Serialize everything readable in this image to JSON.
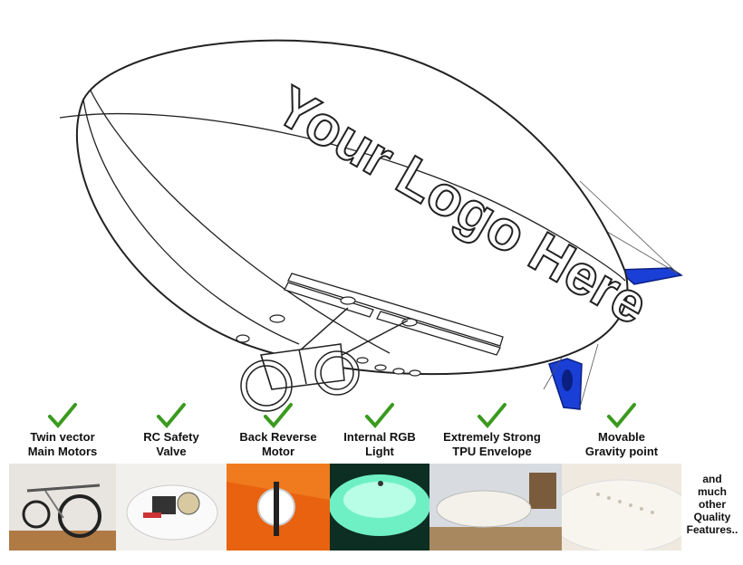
{
  "logo_text": "Your Logo Here",
  "features": [
    {
      "label": "Twin vector\nMain Motors",
      "photo": "motors-photo"
    },
    {
      "label": "RC Safety\nValve",
      "photo": "valve-photo"
    },
    {
      "label": "Back Reverse\nMotor",
      "photo": "reverse-motor-photo"
    },
    {
      "label": "Internal RGB\nLight",
      "photo": "rgb-light-photo"
    },
    {
      "label": "Extremely Strong\nTPU Envelope",
      "photo": "envelope-photo"
    },
    {
      "label": "Movable\nGravity point",
      "photo": "gravity-photo"
    }
  ],
  "more_text": "and\nmuch\nother\nQuality\nFeatures..",
  "colors": {
    "fin": "#1a3fd6",
    "check": "#3a9a1e",
    "outline": "#222222"
  }
}
